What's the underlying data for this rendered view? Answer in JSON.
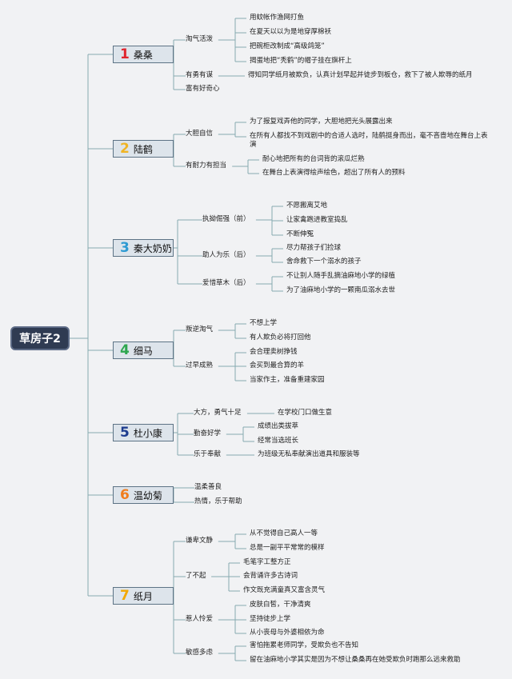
{
  "root": "草房子2",
  "colors": {
    "line": "#86aab0",
    "c1": "#e0262f",
    "c2": "#f0b424",
    "c3": "#2d9ad2",
    "c4": "#2ea74f",
    "c5": "#1e3d8f",
    "c6": "#f07d1e",
    "c7": "#f2a800"
  },
  "chapters": [
    {
      "num": "1",
      "name": "桑桑",
      "traits": [
        {
          "label": "淘气活泼",
          "items": [
            "用蚊帐作渔网打鱼",
            "在夏天以以为是地穿厚棉袄",
            "把碗柜改制成“高级鸽笼”",
            "揭蛋地把“秃鹤”的帽子挂在旗杆上"
          ]
        },
        {
          "label": "有勇有谋",
          "items": [
            "得知同学纸月被欺负，认真计划早起并徒步到板仓，救下了被人欺辱的纸月"
          ]
        },
        {
          "label": "富有好奇心",
          "items": []
        }
      ]
    },
    {
      "num": "2",
      "name": "陆鹤",
      "traits": [
        {
          "label": "大胆自信",
          "items": [
            "为了报复戏弄他的同学，大胆地把光头展露出来",
            "在所有人都找不到戏剧中的合适人选时，陆鹤挺身而出，毫不吝啬地在舞台上表演"
          ]
        },
        {
          "label": "有耐力有担当",
          "items": [
            "耐心地把所有的台词背的滚瓜烂熟",
            "在舞台上表演得绘声绘色，超出了所有人的预料"
          ]
        }
      ]
    },
    {
      "num": "3",
      "name": "秦大奶奶",
      "traits": [
        {
          "label": "执拗倔强（前）",
          "items": [
            "不愿搬离艾地",
            "让家禽跑进教室捣乱",
            "不断伸冤"
          ]
        },
        {
          "label": "助人为乐（后）",
          "items": [
            "尽力帮孩子们捡球",
            "舍命救下一个溺水的孩子"
          ]
        },
        {
          "label": "爱惜草木（后）",
          "items": [
            "不让别人随手乱摘油麻地小学的绿植",
            "为了油麻地小学的一颗南瓜溺水去世"
          ]
        }
      ]
    },
    {
      "num": "4",
      "name": "细马",
      "traits": [
        {
          "label": "叛逆淘气",
          "items": [
            "不想上学",
            "有人欺负必将打回他"
          ]
        },
        {
          "label": "过早成熟",
          "items": [
            "会合理卖树挣钱",
            "会买到最合算的羊",
            "当家作主，准备重建家园"
          ]
        }
      ]
    },
    {
      "num": "5",
      "name": "杜小康",
      "traits": [
        {
          "label": "大方，勇气十足",
          "items": [
            "在学校门口做生意"
          ]
        },
        {
          "label": "勤奋好学",
          "items": [
            "成绩出类拔萃",
            "经常当选班长"
          ]
        },
        {
          "label": "乐于奉献",
          "items": [
            "为班级无私奉献演出道具和服装等"
          ]
        }
      ]
    },
    {
      "num": "6",
      "name": "温幼菊",
      "traits": [
        {
          "label": "温柔善良",
          "items": []
        },
        {
          "label": "热情，乐于帮助",
          "items": []
        }
      ]
    },
    {
      "num": "7",
      "name": "纸月",
      "traits": [
        {
          "label": "谦卑文静",
          "items": [
            "从不觉得自己高人一等",
            "总是一副平平常常的模样"
          ]
        },
        {
          "label": "了不起",
          "items": [
            "毛笔字工整方正",
            "会背诵许多古诗词",
            "作文既充满童真又富含灵气"
          ]
        },
        {
          "label": "惹人怜爱",
          "items": [
            "皮肤白皙，干净清爽",
            "坚持徒步上学",
            "从小丧母与外婆相依为命"
          ]
        },
        {
          "label": "敏感多虑",
          "items": [
            "害怕拖累老师同学，受欺负也不告知",
            "留在油麻地小学其实是因为不想让桑桑再在她受欺负时跑那么远来救助"
          ]
        }
      ]
    }
  ]
}
